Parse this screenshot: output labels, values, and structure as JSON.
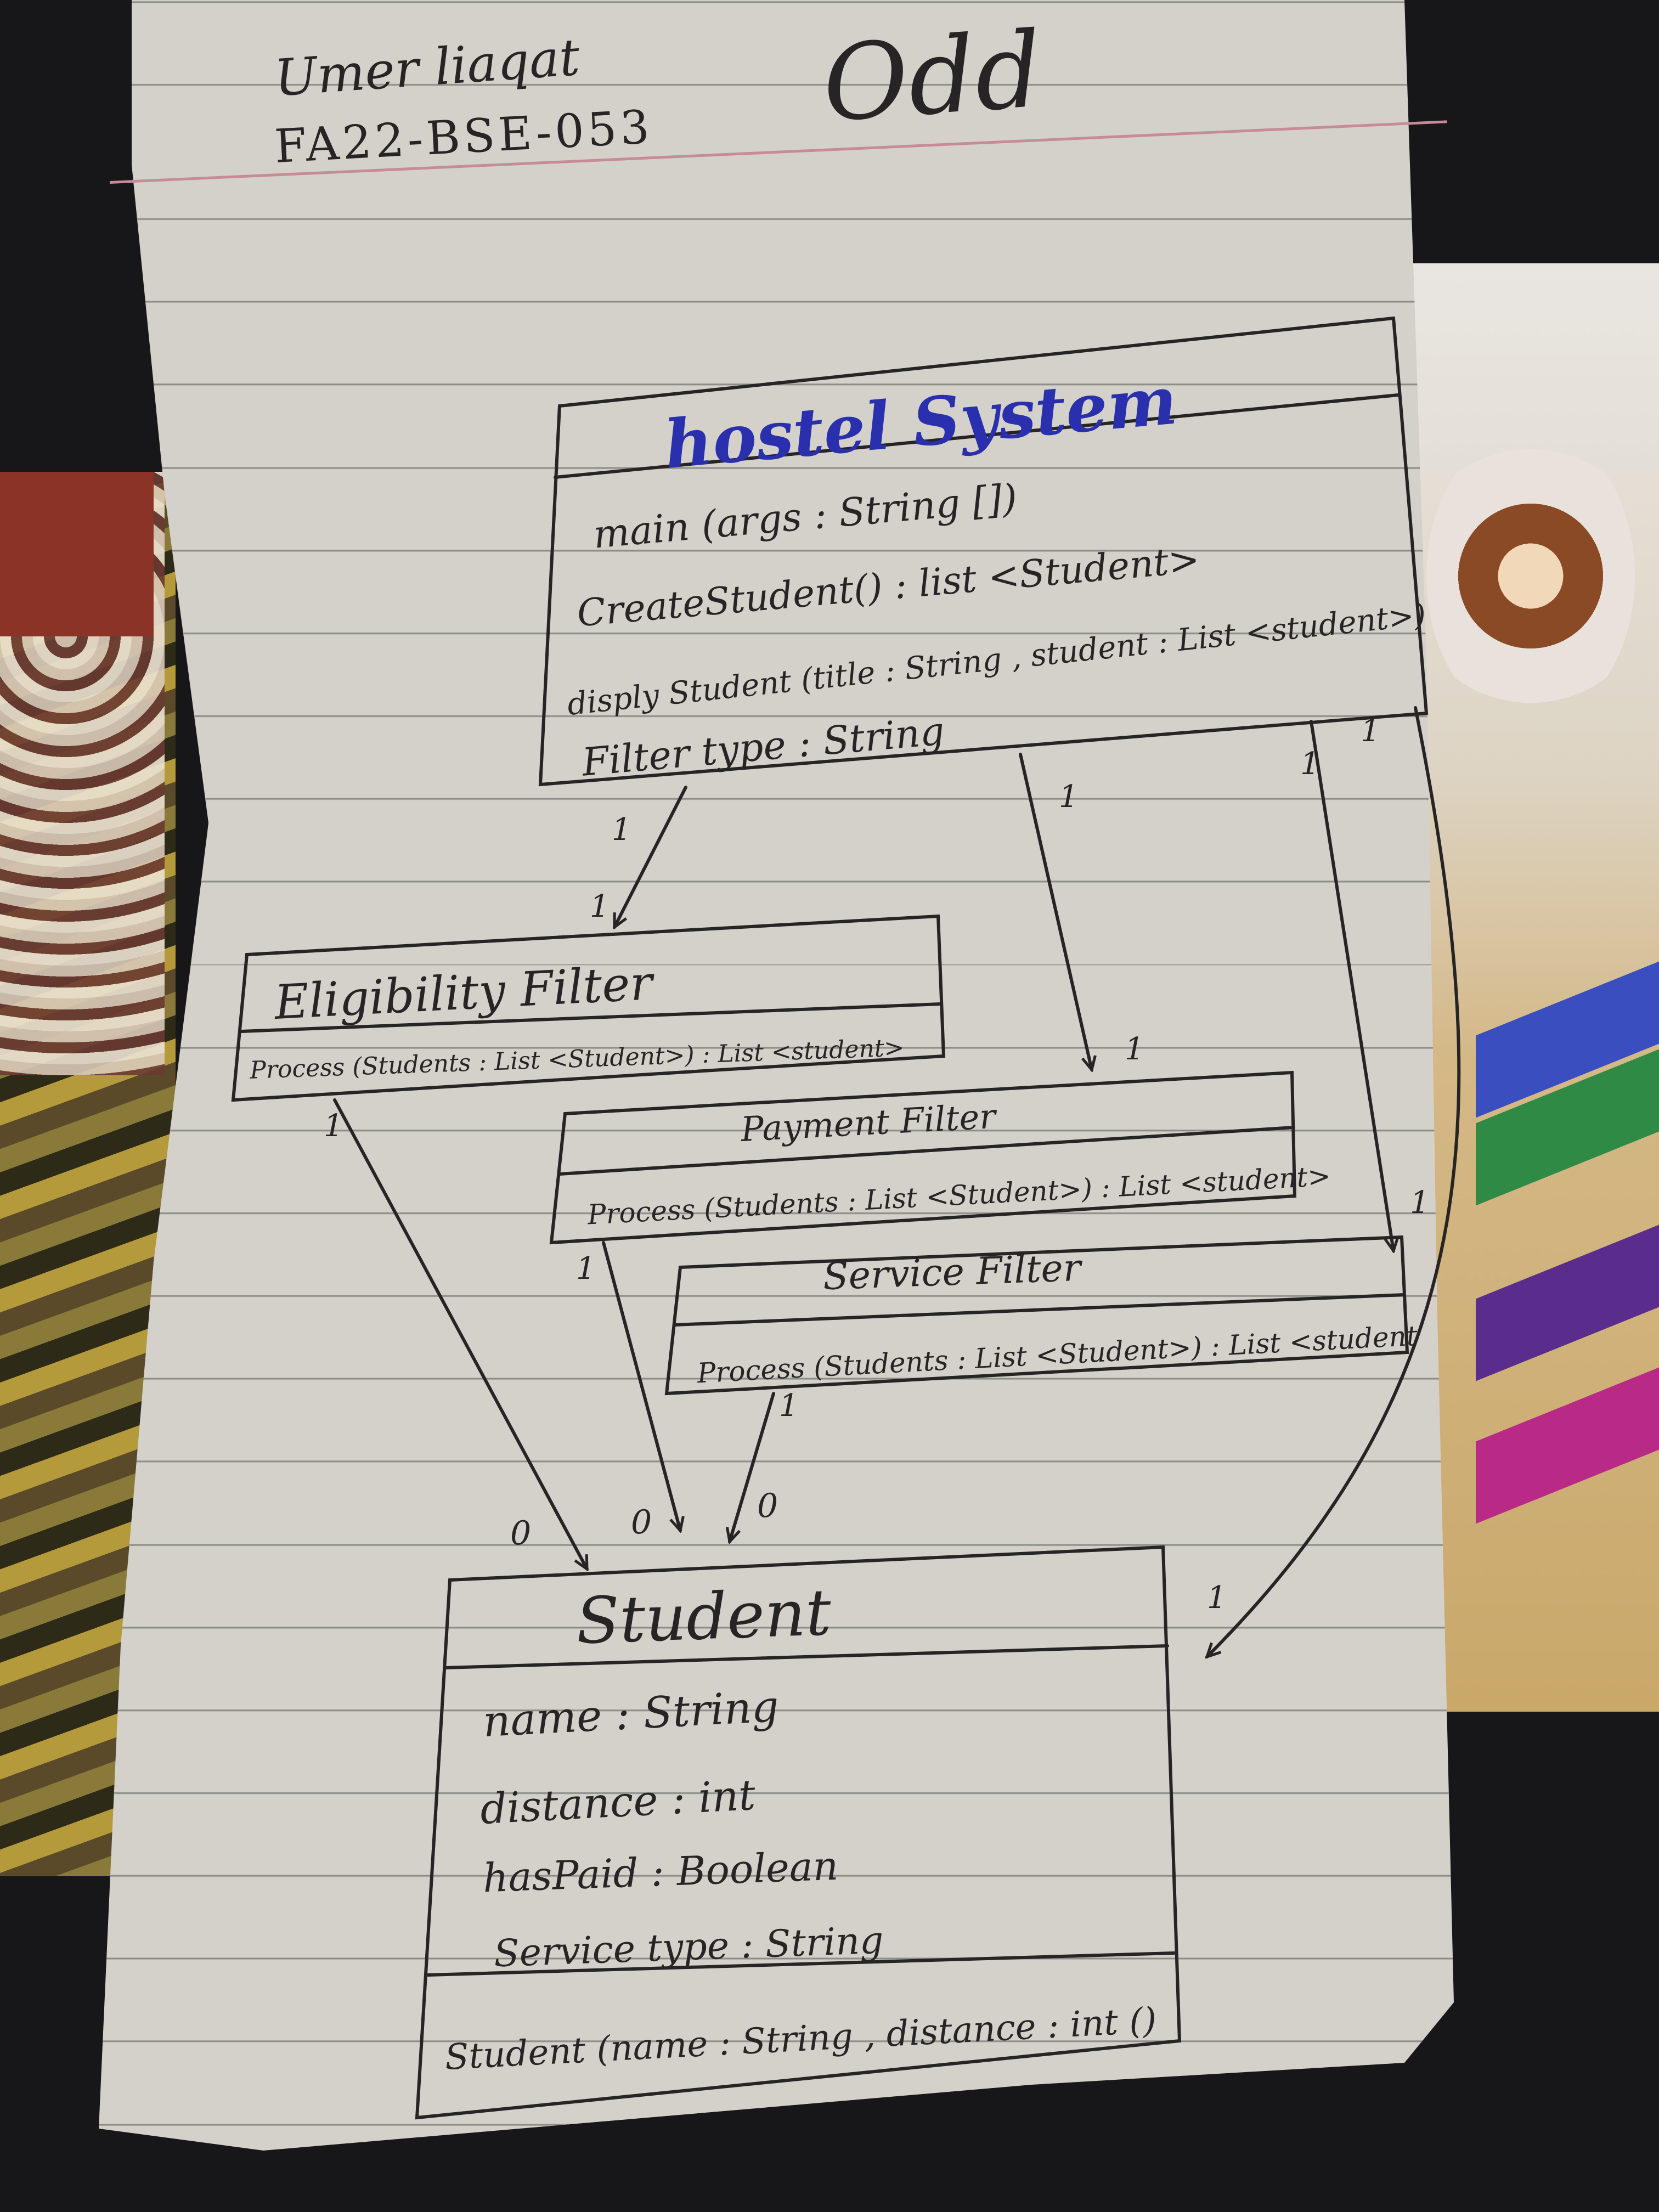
{
  "header": {
    "author_name": "Umer liaqat",
    "roll_number": "FA22-BSE-053",
    "group": "Odd"
  },
  "diagram": {
    "classes": {
      "hostel_system": {
        "name": "hostel System",
        "members": [
          "main (args : String [])",
          "CreateStudent() : list <Student>",
          "disply Student (title : String , student : List <student>)",
          "Filter type : String"
        ]
      },
      "eligibility_filter": {
        "name": "Eligibility Filter",
        "members": [
          "Process (Students : List <Student>) : List <student>"
        ]
      },
      "payment_filter": {
        "name": "Payment Filter",
        "members": [
          "Process (Students : List <Student>) : List <student>"
        ]
      },
      "service_filter": {
        "name": "Service Filter",
        "members": [
          "Process (Students : List <Student>) : List <student"
        ]
      },
      "student": {
        "name": "Student",
        "attributes": [
          "name : String",
          "distance : int",
          "hasPaid : Boolean",
          "Service type : String"
        ],
        "methods": [
          "Student (name : String , distance : int ()"
        ]
      }
    },
    "multiplicities": {
      "hs_to_elig_src": "1",
      "hs_to_elig_dst": "1",
      "hs_to_pay_src": "1",
      "hs_to_pay_dst": "1",
      "hs_to_serv_src": "1",
      "hs_to_serv_dst": "1",
      "hs_to_student_src": "1",
      "hs_to_student_dst": "1",
      "elig_to_student_src": "1",
      "elig_to_student_dst": "0",
      "pay_to_student_src": "1",
      "pay_to_student_dst": "0",
      "serv_to_student_src": "1",
      "serv_to_student_dst": "0"
    }
  },
  "colors": {
    "paper": "#d3d1c9",
    "ink": "#262424",
    "blue_ink": "#2a2fae",
    "margin_line": "#c98a98",
    "rule_line": "#8c8c88"
  }
}
